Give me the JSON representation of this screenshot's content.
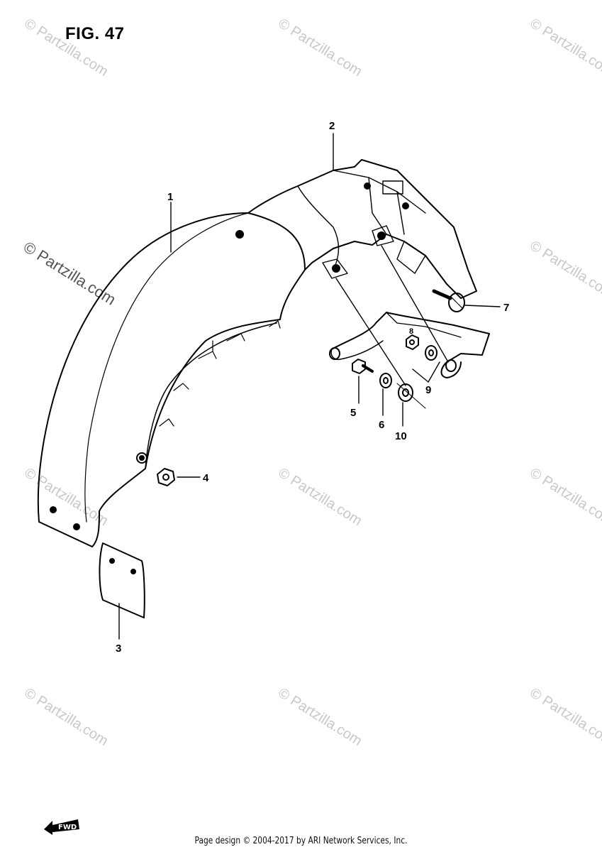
{
  "figure": {
    "title": "FIG. 47"
  },
  "watermark": {
    "text": "© Partzilla.com",
    "color": "#c8c8c8"
  },
  "callouts": [
    {
      "id": "1",
      "label": "1"
    },
    {
      "id": "2",
      "label": "2"
    },
    {
      "id": "3",
      "label": "3"
    },
    {
      "id": "4",
      "label": "4"
    },
    {
      "id": "5",
      "label": "5"
    },
    {
      "id": "6",
      "label": "6"
    },
    {
      "id": "7",
      "label": "7"
    },
    {
      "id": "8",
      "label": "8"
    },
    {
      "id": "9",
      "label": "9"
    },
    {
      "id": "10",
      "label": "10"
    }
  ],
  "front_indicator": {
    "label": "FWD",
    "icon": "front-arrow-icon"
  },
  "footer": {
    "text": "Page design © 2004-2017 by ARI Network Services, Inc."
  },
  "colors": {
    "line": "#000000",
    "background": "#ffffff"
  }
}
